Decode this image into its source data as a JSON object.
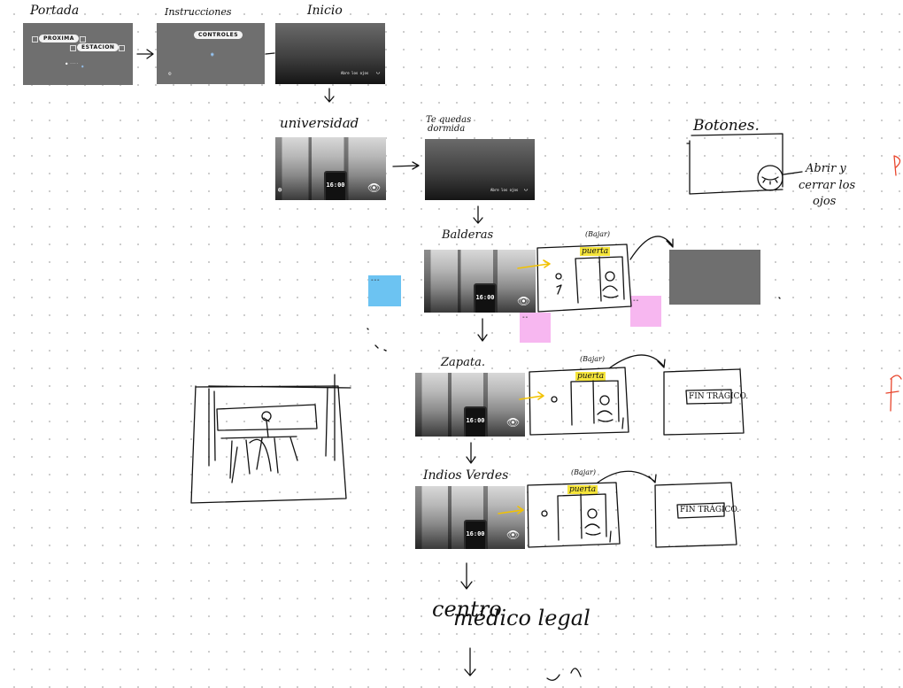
{
  "labels": {
    "portada": "Portada",
    "instrucciones": "Instrucciones",
    "inicio": "Inicio",
    "universidad": "universidad",
    "te_quedas": "Te quedas",
    "dormida": "dormida",
    "botones": "Botones.",
    "abrir": "Abrir y",
    "cerrar": "cerrar los",
    "ojos": "ojos",
    "balderas": "Balderas",
    "zapata": "Zapata.",
    "indios_verdes": "Indios Verdes",
    "centro": "centro",
    "medico": "médico legal",
    "bajar_1": "(Bajar)",
    "bajar_2": "(Bajar)",
    "bajar_3": "(Bajar)",
    "puerta_1": "puerta",
    "puerta_2": "puerta",
    "puerta_3": "puerta",
    "fin_1": "FIN TRÁGICO.",
    "fin_2": "FIN TRÁGICO."
  },
  "portada_frame": {
    "pill_1": "PROXIMA",
    "pill_2": "ESTACION"
  },
  "instrucciones_frame": {
    "pill": "CONTROLES"
  },
  "inicio_frame": {
    "caption": "Abre los ojos"
  },
  "dormida_frame": {
    "caption": "Abre los ojos"
  },
  "phone_clock": "16:00",
  "colors": {
    "yellow_highlight": "#f5e43a",
    "arrow_yellow": "#f2c200",
    "blue_note": "#6cc3f2",
    "pink_note": "#f7b7f0",
    "red_mark": "#e8452c"
  }
}
